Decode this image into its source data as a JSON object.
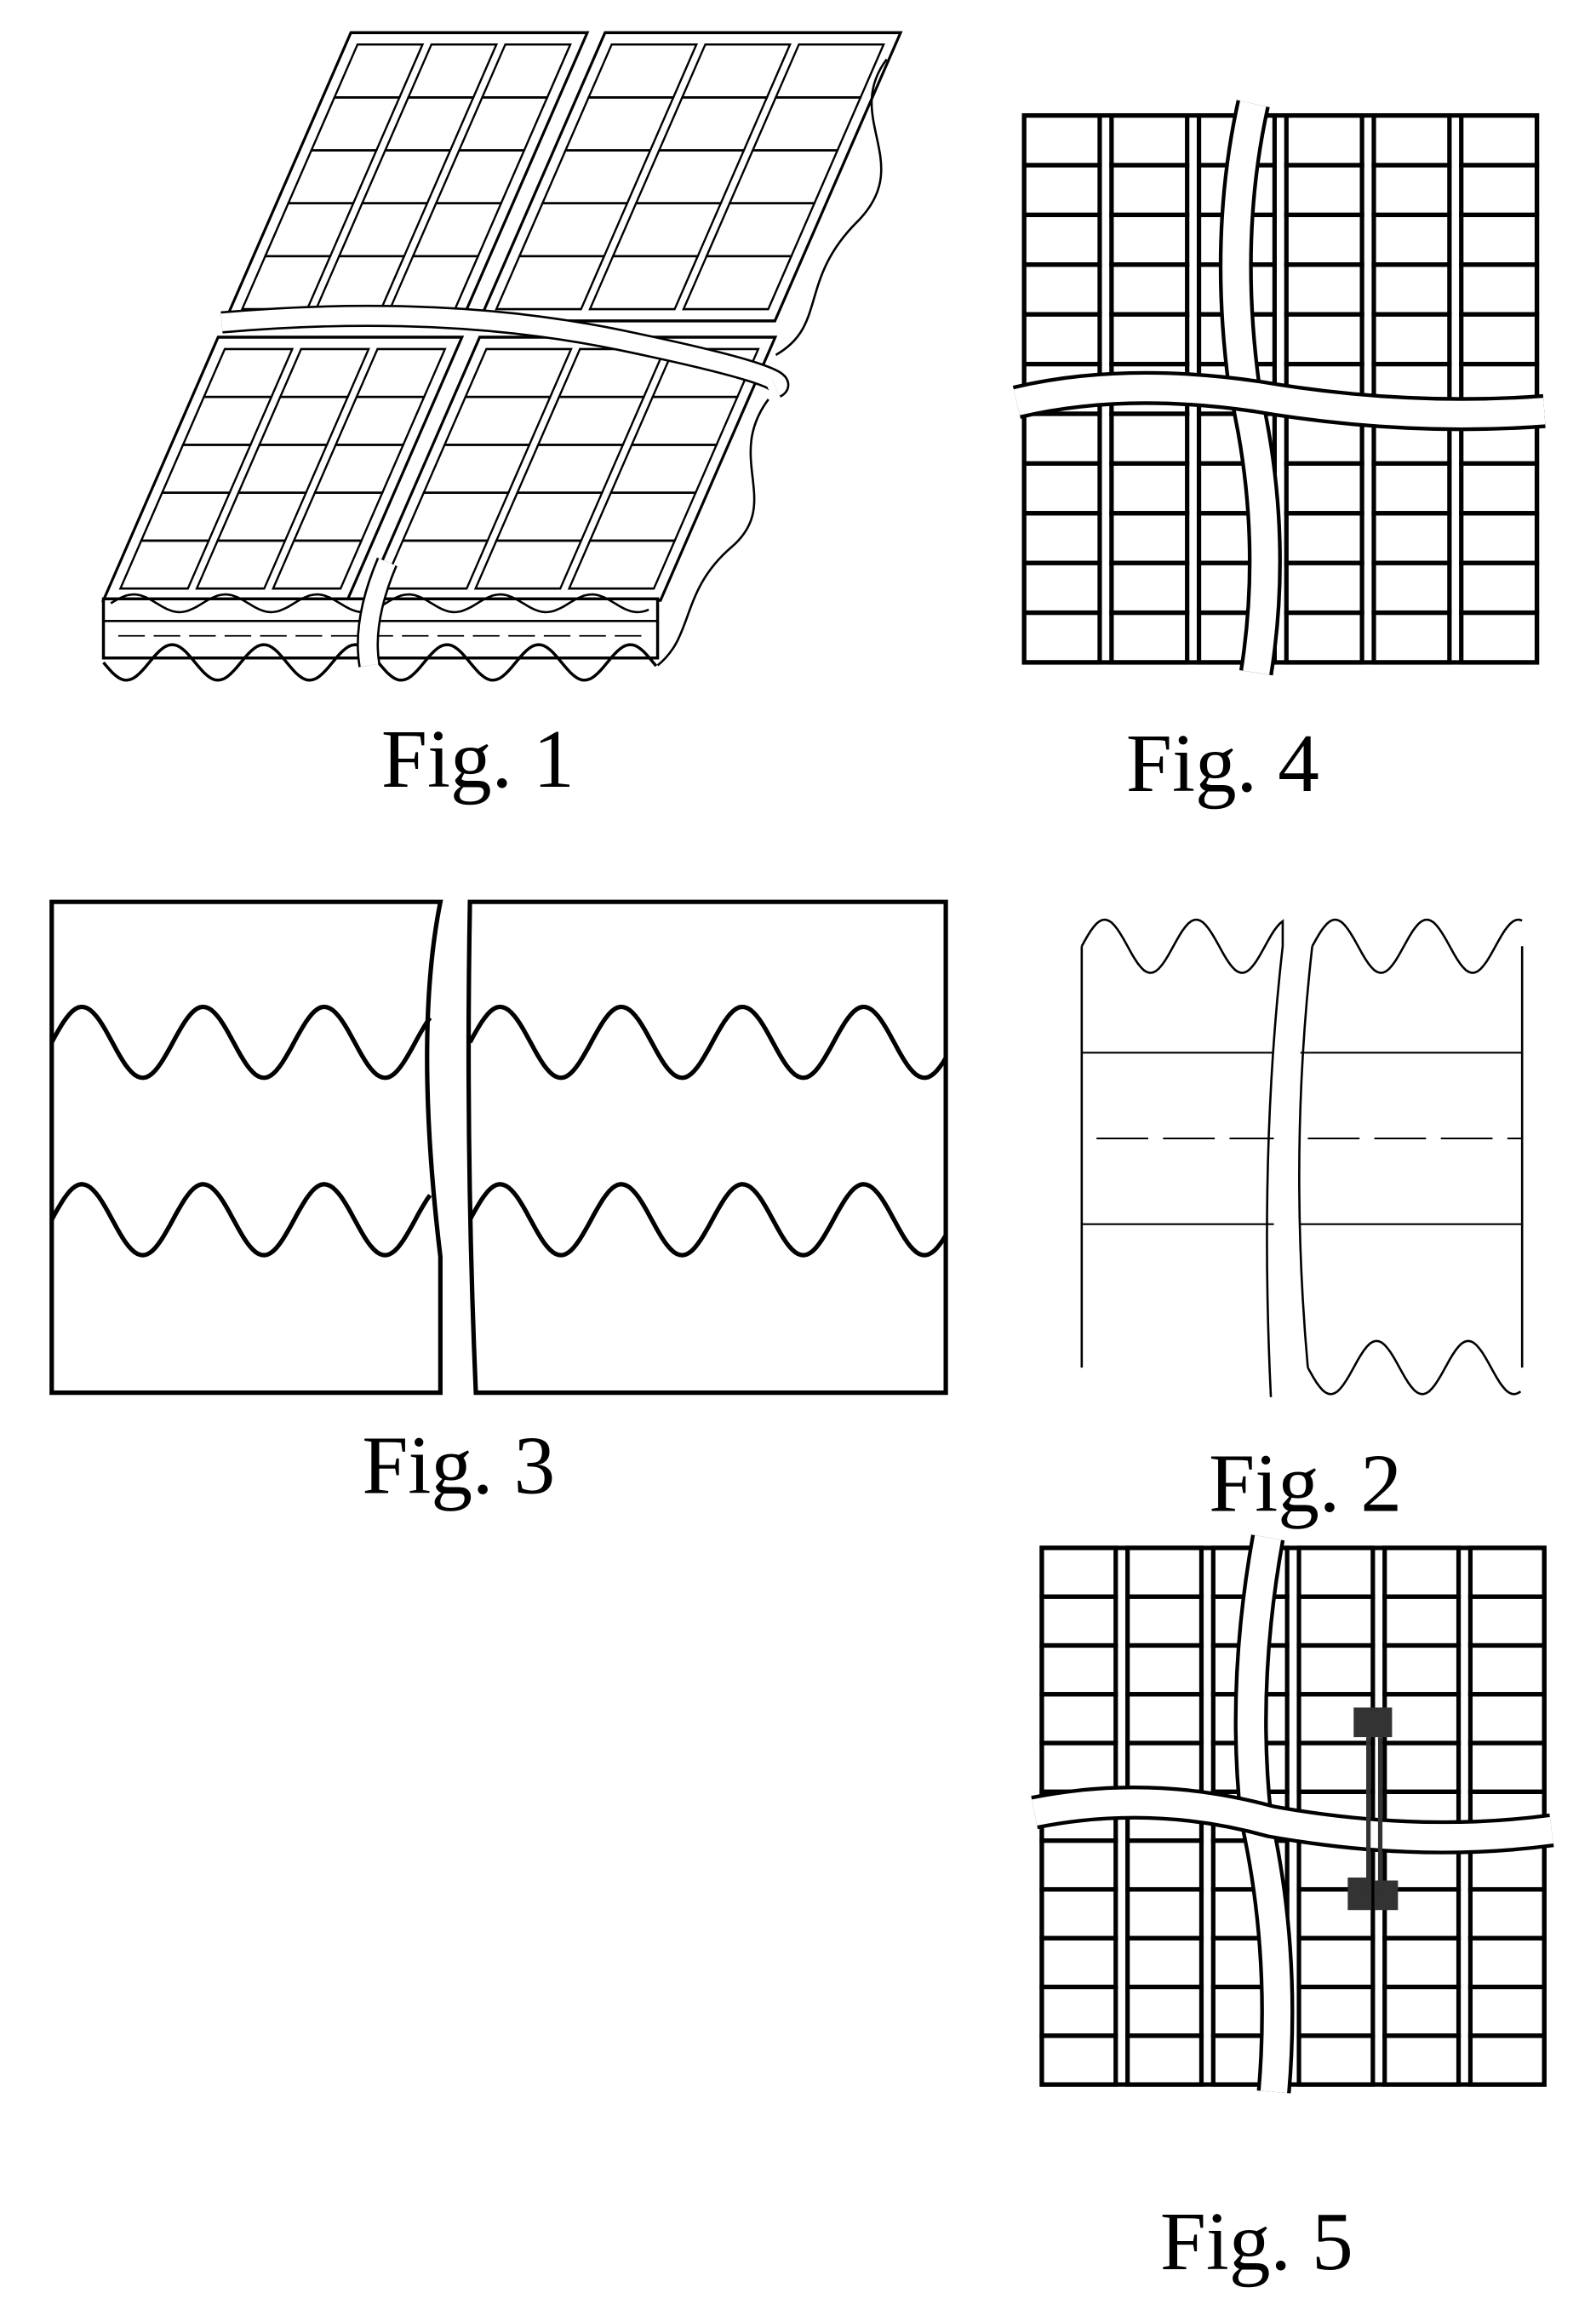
{
  "figures": [
    {
      "id": "fig1",
      "caption": "Fig. 1"
    },
    {
      "id": "fig4",
      "caption": "Fig. 4"
    },
    {
      "id": "fig3",
      "caption": "Fig. 3"
    },
    {
      "id": "fig2",
      "caption": "Fig. 2"
    },
    {
      "id": "fig5",
      "caption": "Fig. 5"
    }
  ],
  "colors": {
    "ink": "#000000",
    "paper": "#ffffff",
    "block": "#333333"
  }
}
